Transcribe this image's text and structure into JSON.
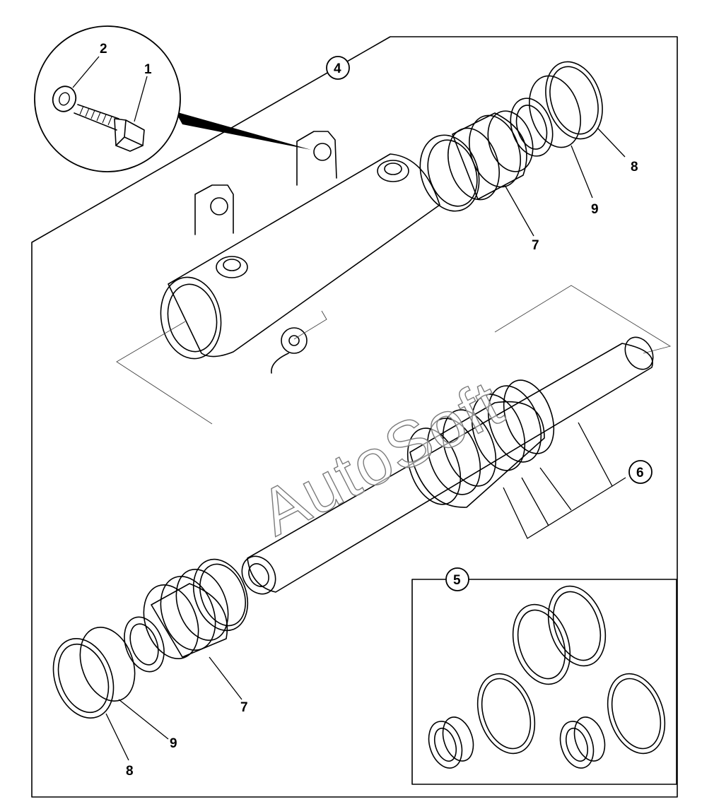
{
  "diagram": {
    "watermark": "AutoSoft",
    "callouts": {
      "c1": "1",
      "c2": "2",
      "c4": "4",
      "c5": "5",
      "c6": "6",
      "c7_top": "7",
      "c7_bottom": "7",
      "c8_top": "8",
      "c8_bottom": "8",
      "c9_top": "9",
      "c9_bottom": "9"
    }
  }
}
